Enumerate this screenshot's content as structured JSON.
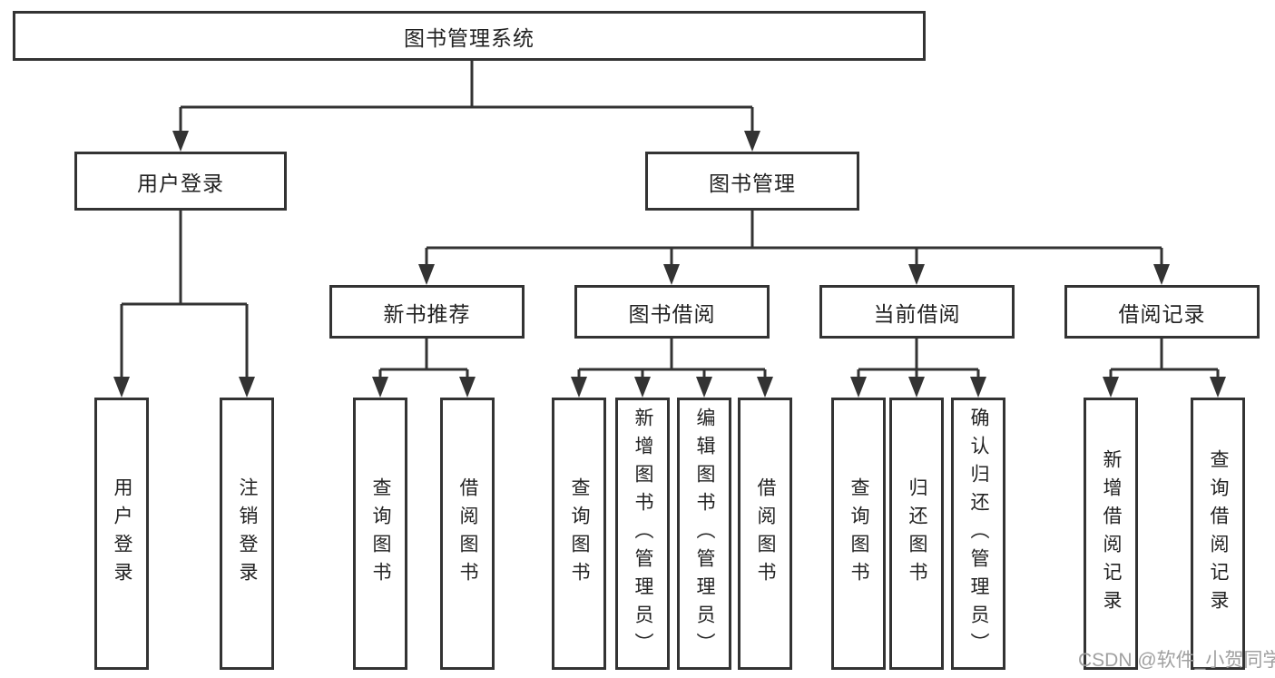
{
  "diagram": {
    "root_label": "图书管理系统",
    "login": {
      "label": "用户登录",
      "children": [
        "用户登录",
        "注销登录"
      ]
    },
    "management": {
      "label": "图书管理",
      "groups": [
        {
          "label": "新书推荐",
          "children": [
            "查询图书",
            "借阅图书"
          ]
        },
        {
          "label": "图书借阅",
          "children": [
            "查询图书",
            "新增图书（管理员）",
            "编辑图书（管理员）",
            "借阅图书"
          ]
        },
        {
          "label": "当前借阅",
          "children": [
            "查询图书",
            "归还图书",
            "确认归还（管理员）"
          ]
        },
        {
          "label": "借阅记录",
          "children": [
            "新增借阅记录",
            "查询借阅记录"
          ]
        }
      ]
    }
  },
  "watermark": {
    "text": "CSDN @软件_小贺同学",
    "color": "#a0a0a0"
  },
  "colors": {
    "line": "#333333",
    "box_border": "#333333",
    "text": "#222222",
    "background": "#ffffff"
  }
}
